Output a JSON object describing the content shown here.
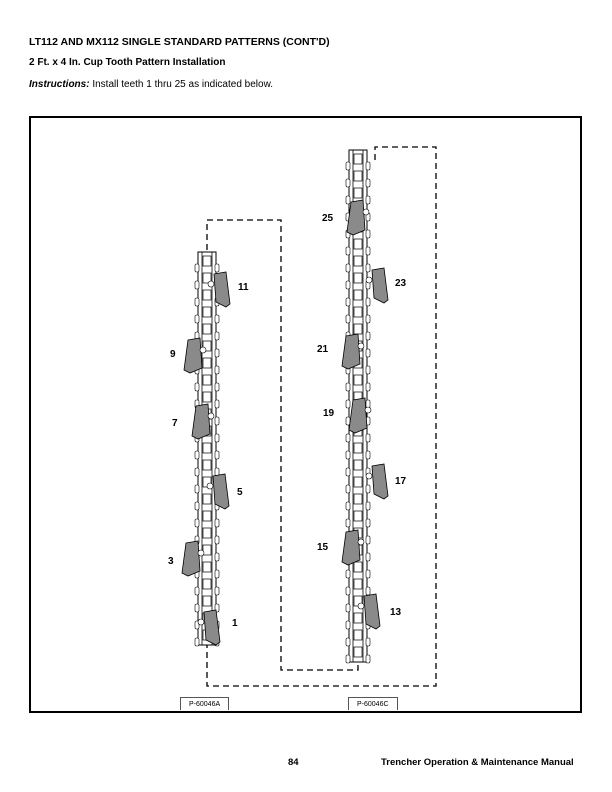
{
  "header": {
    "title": "LT112 AND MX112 SINGLE STANDARD PATTERNS (CONT'D)",
    "subtitle": "2 Ft. x 4 In. Cup Tooth Pattern Installation",
    "instructions_label": "Instructions:",
    "instructions_text": " Install teeth 1 thru 25 as indicated below."
  },
  "figure": {
    "left_chain": {
      "teeth": [
        "11",
        "9",
        "7",
        "5",
        "3",
        "1"
      ],
      "part_number": "P-60046A"
    },
    "right_chain": {
      "teeth": [
        "25",
        "23",
        "21",
        "19",
        "17",
        "15",
        "13"
      ],
      "part_number": "P-60046C"
    },
    "tooth_color": "#8a8a8a"
  },
  "footer": {
    "page_number": "84",
    "manual_title": "Trencher Operation & Maintenance Manual"
  }
}
